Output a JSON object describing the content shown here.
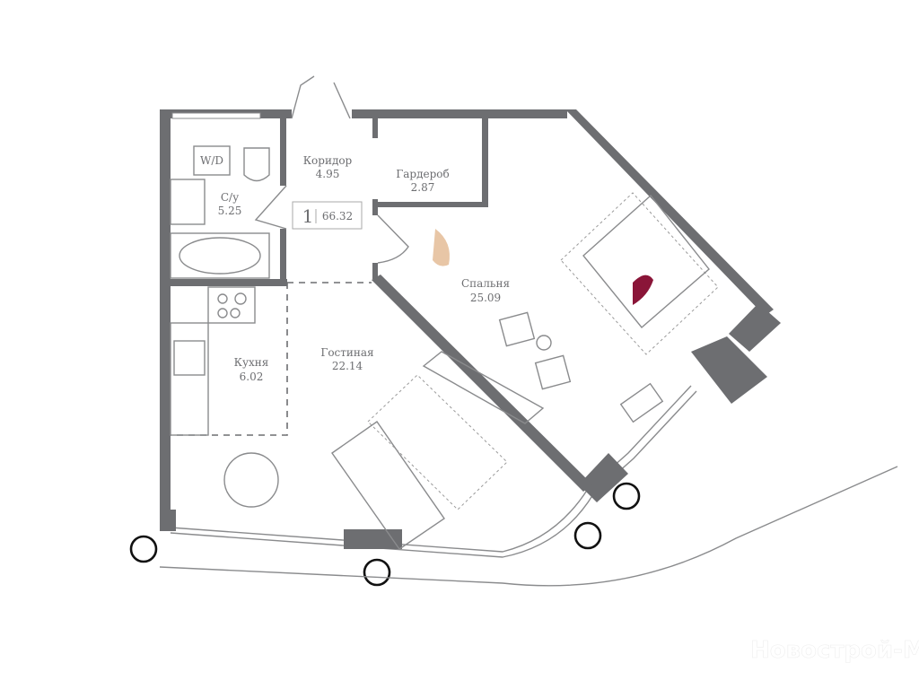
{
  "plan": {
    "rooms": [
      {
        "name": "Коридор",
        "area": "4.95"
      },
      {
        "name": "Гардероб",
        "area": "2.87"
      },
      {
        "name": "С/у",
        "area": "5.25"
      },
      {
        "name": "Спальня",
        "area": "25.09"
      },
      {
        "name": "Гостиная",
        "area": "22.14"
      },
      {
        "name": "Кухня",
        "area": "6.02"
      }
    ],
    "badge": {
      "rooms_count": "1",
      "total_area": "66.32"
    },
    "fixtures": {
      "washer_dryer": "W/D"
    },
    "wall_color": "#6d6e71"
  },
  "watermark": "Новострой-М"
}
